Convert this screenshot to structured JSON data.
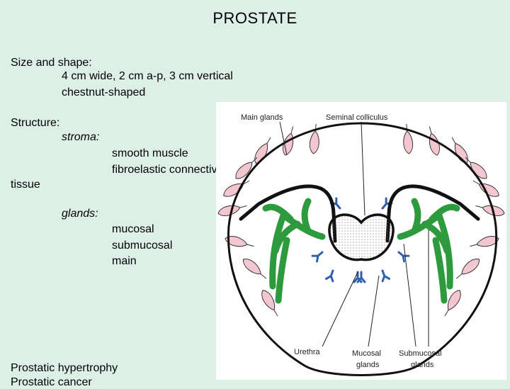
{
  "title": "PROSTATE",
  "size_shape": {
    "heading": "Size and shape:",
    "dimensions": "4 cm wide, 2 cm a-p, 3 cm vertical",
    "shape": "chestnut-shaped"
  },
  "structure": {
    "heading": "Structure:",
    "stroma_label": "stroma:",
    "stroma_items": [
      "smooth muscle",
      "fibroelastic connective",
      "tissue"
    ],
    "glands_label": "glands:",
    "gland_items": [
      "mucosal",
      "submucosal",
      "main"
    ]
  },
  "bottom_items": [
    "Prostatic hypertrophy",
    "Prostatic cancer"
  ],
  "figure": {
    "labels": {
      "main_glands": "Main glands",
      "seminal_colliculus": "Seminal colliculus",
      "urethra": "Urethra",
      "mucosal_glands_1": "Mucosal",
      "mucosal_glands_2": "glands",
      "submucosal_glands_1": "Submucosal",
      "submucosal_glands_2": "glands"
    },
    "colors": {
      "main_glands": "#f4c6d0",
      "submucosal_glands": "#2e9a3e",
      "mucosal_glands": "#2f5fae",
      "outline": "#111111"
    }
  }
}
